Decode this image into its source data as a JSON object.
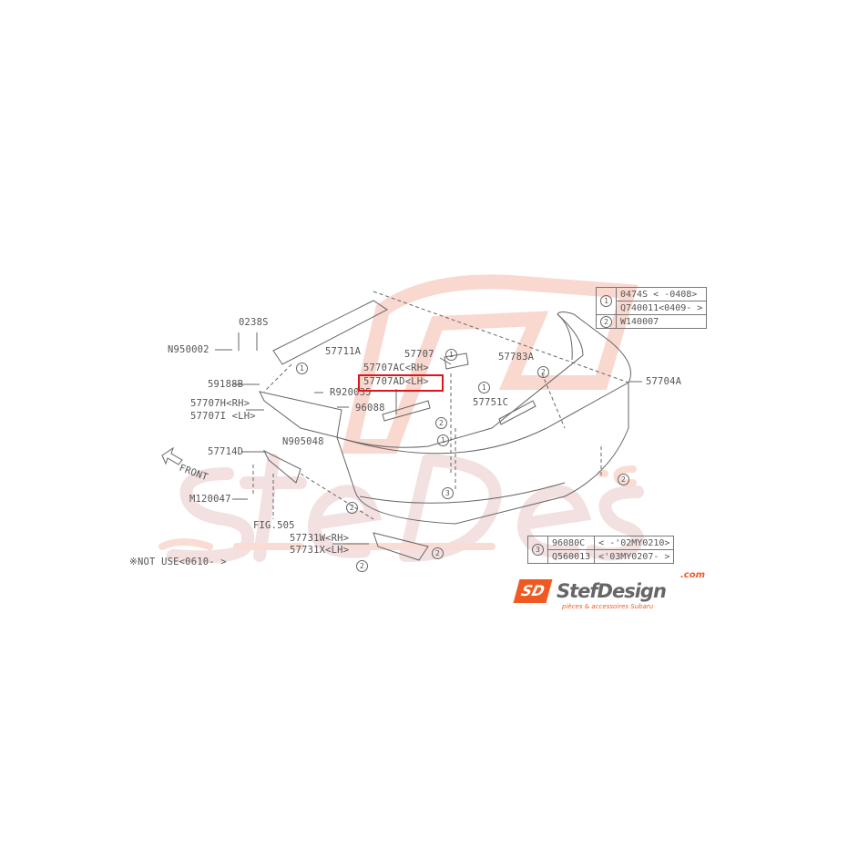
{
  "labels": {
    "l0238s": "0238S",
    "n950002": "N950002",
    "p57711a": "57711A",
    "p59188b": "59188B",
    "r920035": "R920035",
    "p57707h": "57707H<RH>",
    "p57707i": "57707I <LH>",
    "p96088": "96088",
    "p57707": "57707",
    "p57707ac": "57707AC<RH>",
    "p57707ad": "57707AD<LH>",
    "p57783a": "57783A",
    "p57704a": "57704A",
    "p57751c": "57751C",
    "n905048": "N905048",
    "p57714d": "57714D",
    "front": "FRONT",
    "m120047": "M120047",
    "fig505": "FIG.505",
    "p57731w": "57731W<RH>",
    "p57731x": "57731X<LH>",
    "note": "※NOT USE<0610-   >"
  },
  "callouts": [
    "1",
    "2",
    "3"
  ],
  "table1": {
    "rows": [
      {
        "ref": "1",
        "part": "0474S",
        "range": "<    -0408>"
      },
      {
        "ref": "",
        "part": "Q740011",
        "range": "<0409-     >"
      },
      {
        "ref": "2",
        "part": "W140007",
        "range": ""
      }
    ]
  },
  "table3": {
    "rows": [
      {
        "ref": "3",
        "part": "96080C",
        "range": "<        -'02MY0210>"
      },
      {
        "ref": "",
        "part": "Q560013",
        "range": "<'03MY0207-        >"
      }
    ]
  },
  "highlight_color": "#e0141e",
  "watermark": {
    "brand": "StefDesign",
    "suffix": ".com",
    "tagline": "pièces & accessoires Subaru"
  },
  "logo": {
    "mark": "SD",
    "brand": "StefDesign",
    "suffix": ".com",
    "tagline": "pièces & accessoires Subaru",
    "color": "#f05a22"
  }
}
